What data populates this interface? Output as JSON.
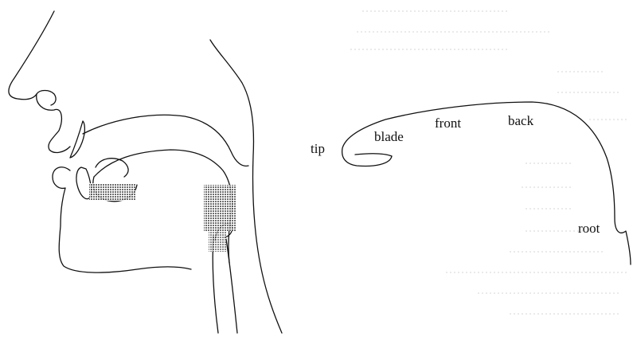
{
  "diagram": {
    "tongue_labels": {
      "tip": "tip",
      "blade": "blade",
      "front": "front",
      "back": "back",
      "root": "root"
    },
    "colors": {
      "ink": "#111111",
      "shading": "#555555",
      "bleed_through": "#d4d4d4",
      "background": "#ffffff"
    }
  }
}
